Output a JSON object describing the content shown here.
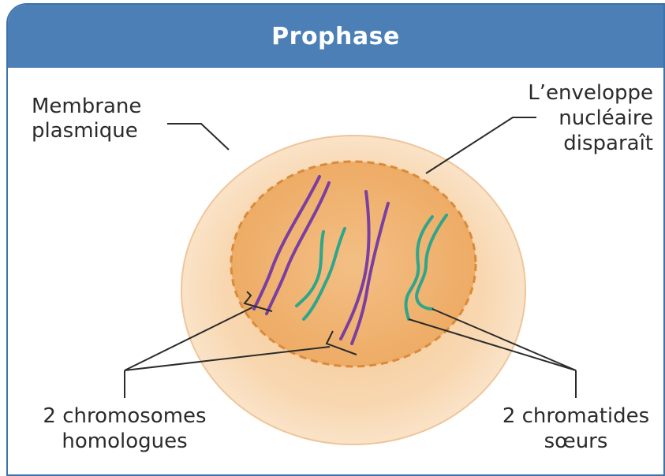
{
  "title": "Prophase",
  "labels": {
    "membrane_line1": "Membrane",
    "membrane_line2": "plasmique",
    "envelope_line1": "L’enveloppe",
    "envelope_line2": "nucléaire",
    "envelope_line3": "disparaît",
    "homologues_line1": "2 chromosomes",
    "homologues_line2": "homologues",
    "chromatides_line1": "2 chromatides",
    "chromatides_line2": "sœurs"
  },
  "colors": {
    "header": "#4b7fb6",
    "cell": "#f7d2a6",
    "nucleus": "#f1b472",
    "nucleus_border": "#d98a3a",
    "chromosome_purple": "#7a3fa0",
    "chromosome_teal": "#2fa58a"
  }
}
